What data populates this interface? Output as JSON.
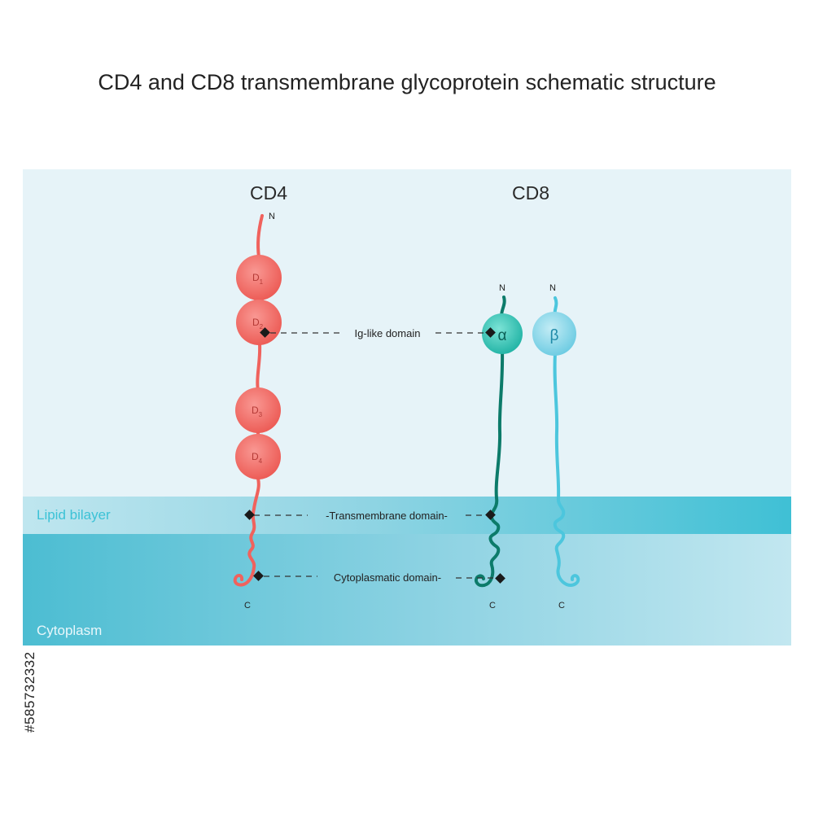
{
  "title": "CD4 and CD8 transmembrane glycoprotein schematic structure",
  "stock_id": "#585732332",
  "regions": {
    "lipid_bilayer": "Lipid bilayer",
    "cytoplasm": "Cytoplasm"
  },
  "proteins": {
    "cd4": {
      "label": "CD4",
      "n_terminus": "N",
      "c_terminus": "C",
      "domains": [
        {
          "letter": "D",
          "index": "1"
        },
        {
          "letter": "D",
          "index": "2"
        },
        {
          "letter": "D",
          "index": "3"
        },
        {
          "letter": "D",
          "index": "4"
        }
      ]
    },
    "cd8": {
      "label": "CD8",
      "alpha": {
        "symbol": "α",
        "n_terminus": "N",
        "c_terminus": "C"
      },
      "beta": {
        "symbol": "β",
        "n_terminus": "N",
        "c_terminus": "C"
      }
    }
  },
  "annotations": {
    "ig_like": "Ig-like domain",
    "transmembrane": "-Transmembrane domain-",
    "cytoplasmatic": "Cytoplasmatic domain-"
  },
  "colors": {
    "background_extracellular": "#e6f3f8",
    "membrane": "#4cc3d6",
    "cytoplasm": "#a8dbe9",
    "cd4": "#f0625d",
    "cd8_alpha": "#0c7b6a",
    "cd8_alpha_domain": "#2ec4b6",
    "cd8_beta": "#4cc6dd",
    "cd8_beta_domain": "#7fd3e8"
  }
}
